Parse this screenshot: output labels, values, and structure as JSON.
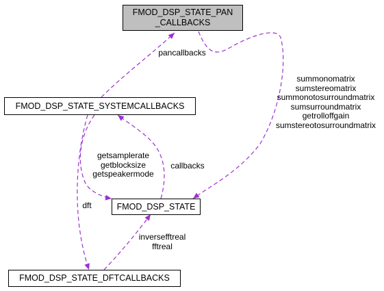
{
  "nodes": {
    "pan": {
      "lines": [
        "FMOD_DSP_STATE_PAN",
        "_CALLBACKS"
      ]
    },
    "sys": {
      "lines": [
        "FMOD_DSP_STATE_SYSTEMCALLBACKS"
      ]
    },
    "state": {
      "lines": [
        "FMOD_DSP_STATE"
      ]
    },
    "dft": {
      "lines": [
        "FMOD_DSP_STATE_DFTCALLBACKS"
      ]
    }
  },
  "edge_labels": {
    "pancallbacks": [
      "pancallbacks"
    ],
    "summono": [
      "summonomatrix",
      "sumstereomatrix",
      "summonotosurroundmatrix",
      "sumsurroundmatrix",
      "getrolloffgain",
      "sumstereotosurroundmatrix"
    ],
    "callbacks": [
      "callbacks"
    ],
    "getsample": [
      "getsamplerate",
      "getblocksize",
      "getspeakermode"
    ],
    "dft": [
      "dft"
    ],
    "inverse": [
      "inversefftreal",
      "fftreal"
    ]
  },
  "colors": {
    "edge": "#9a32cd",
    "node_border": "#000000",
    "current_fill": "#bfbfbf"
  }
}
